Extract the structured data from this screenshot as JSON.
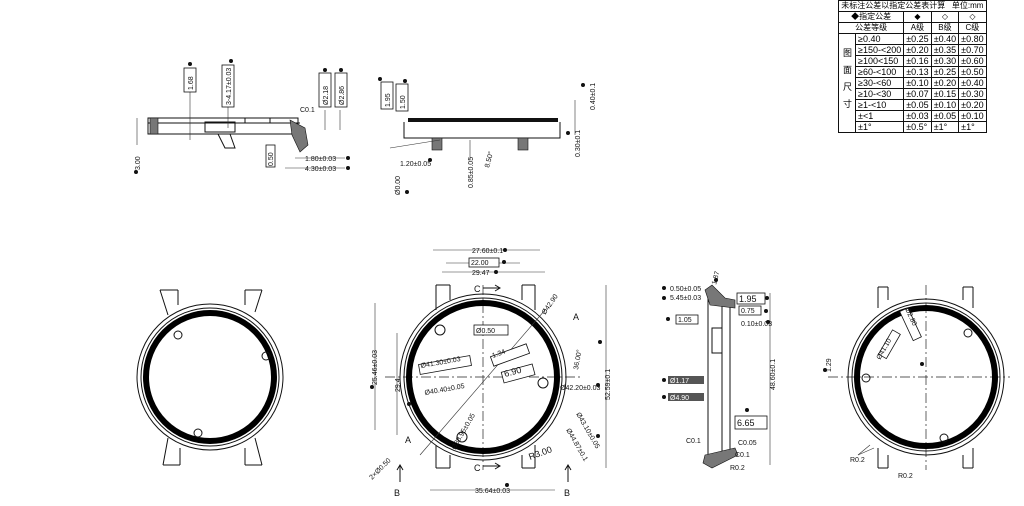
{
  "tolerance_table": {
    "title": "未标注公差以指定公差表计算",
    "unit": "单位:mm",
    "spec_label": "指定公差",
    "grade_label": "公差等级",
    "side_label": "图面尺寸",
    "grades": [
      "A级",
      "B级",
      "C级"
    ],
    "rows": [
      {
        "range": "≥0.40",
        "a": "±0.25",
        "b": "±0.40",
        "c": "±0.80"
      },
      {
        "range": "≥150-<200",
        "a": "±0.20",
        "b": "±0.35",
        "c": "±0.70"
      },
      {
        "range": "≥100<150",
        "a": "±0.16",
        "b": "±0.30",
        "c": "±0.60"
      },
      {
        "range": "≥60-<100",
        "a": "±0.13",
        "b": "±0.25",
        "c": "±0.50"
      },
      {
        "range": "≥30-<60",
        "a": "±0.10",
        "b": "±0.20",
        "c": "±0.40"
      },
      {
        "range": "≥10-<30",
        "a": "±0.07",
        "b": "±0.15",
        "c": "±0.30"
      },
      {
        "range": "≥1-<10",
        "a": "±0.05",
        "b": "±0.10",
        "c": "±0.20"
      },
      {
        "range": "±<1",
        "a": "±0.03",
        "b": "±0.05",
        "c": "±0.10"
      },
      {
        "range": "±1°",
        "a": "±0.5°",
        "b": "±1°",
        "c": "±1°"
      }
    ]
  },
  "section1": {
    "d1": "1.68",
    "d2": "3-4.17±0.03",
    "d3": "Ø2.18",
    "d4": "Ø2.86",
    "chamfer": "C0.1",
    "d5": "1.80±0.03",
    "d6": "4.30±0.03",
    "d7": "3.00",
    "d8": "0.50"
  },
  "section2": {
    "d1": "1.95",
    "d2": "1.50",
    "d3": "0.40±0.1",
    "d4": "0.30±0.1",
    "d5": "1.20±0.05",
    "d6": "0.85±0.05",
    "d7": "8.50°",
    "d8": "Ø0.00"
  },
  "front_view": {
    "d1": "27.60±0.1",
    "d2": "22.00",
    "d3": "29.47",
    "d4": "25.46±0.03",
    "d5": "29.4",
    "d6": "Ø41.30±0.03",
    "d7": "Ø40.40±0.05",
    "d8": "Ø38.95±0.05",
    "d9": "2×Ø0.50",
    "d10": "Ø42.20±0.03",
    "d11": "Ø43.10±0.05",
    "d12": "Ø44.87±0.1",
    "d13": "R3.00",
    "d14": "52.59±0.1",
    "d15": "35.64±0.03",
    "d16": "Ø0.50",
    "d17": "1.34",
    "d18": "6.90",
    "d19": "Ø42.90",
    "d20": "36.00°",
    "section_c": "C",
    "section_b": "B",
    "section_a": "A"
  },
  "side_view": {
    "d1": "1.87",
    "d2": "0.50±0.05",
    "d3": "5.45±0.03",
    "d4": "1.95",
    "d5": "0.75",
    "d6": "1.05",
    "d7": "0.10±0.03",
    "d8": "Ø1.17",
    "d9": "Ø4.90",
    "d10": "48.60±0.1",
    "d11": "6.65",
    "c1": "C0.1",
    "c2": "C0.05",
    "c3": "C0.1",
    "r1": "R0.2"
  },
  "back_view": {
    "d1": "1.29",
    "d2": "Ø41.10",
    "d3": "Ø2.80",
    "r1": "R0.2",
    "r2": "R0.2"
  }
}
